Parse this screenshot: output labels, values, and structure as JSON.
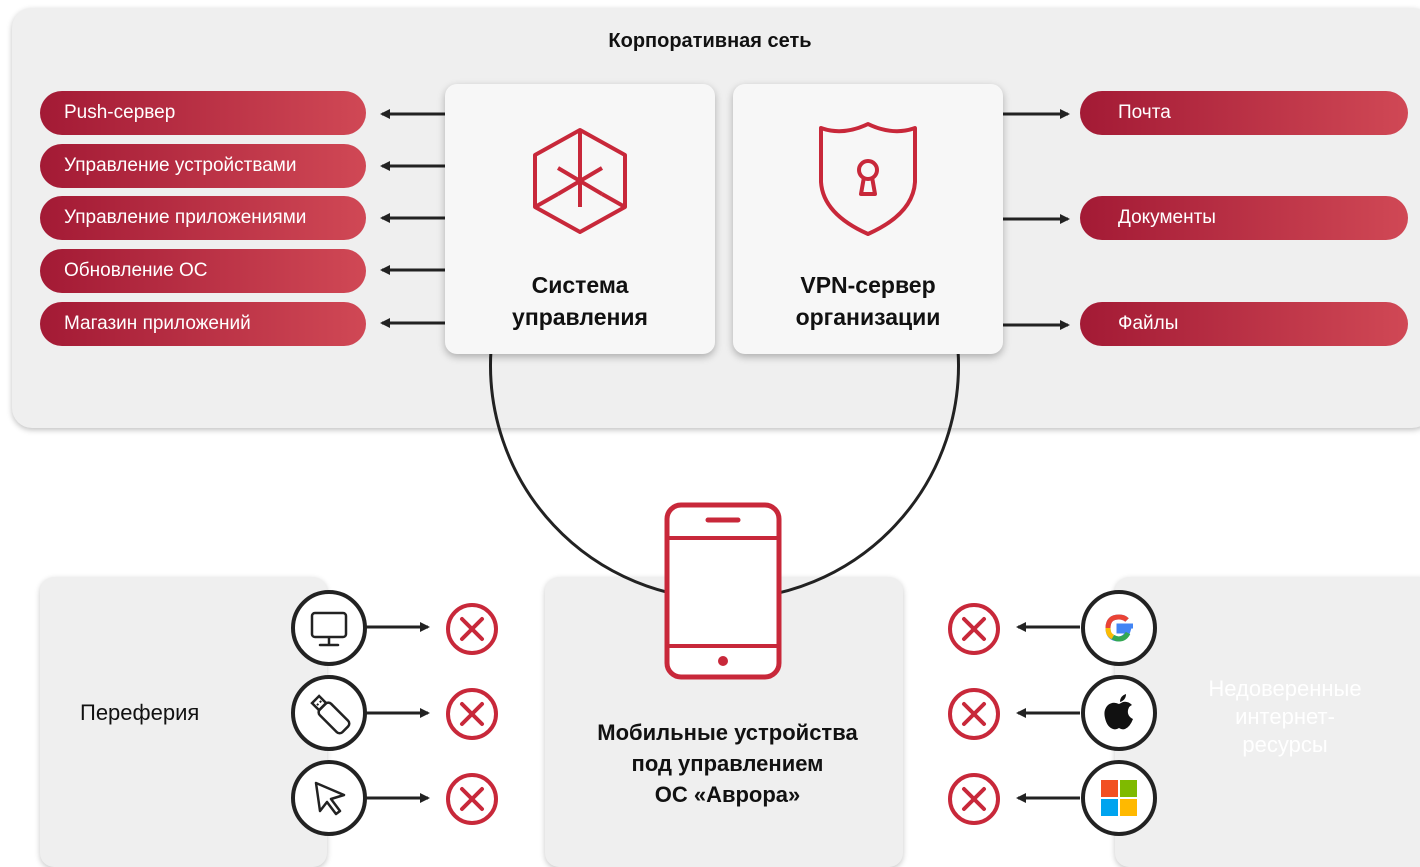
{
  "corporate": {
    "title": "Корпоративная сеть",
    "left_services": [
      "Push-сервер",
      "Управление устройствами",
      "Управление приложениями",
      "Обновление ОС",
      "Магазин приложений"
    ],
    "right_services": [
      "Почта",
      "Документы",
      "Файлы"
    ],
    "mgmt_system": {
      "line1": "Система",
      "line2": "управления",
      "icon": "cube-asterisk-icon"
    },
    "vpn_server": {
      "line1": "VPN-сервер",
      "line2": "организации",
      "icon": "shield-lock-icon"
    }
  },
  "mobile": {
    "line1": "Мобильные устройства",
    "line2": "под управлением",
    "line3": "ОС «Аврора»",
    "icon": "smartphone-icon"
  },
  "peripherals": {
    "label": "Переферия",
    "devices": [
      "monitor-icon",
      "usb-stick-icon",
      "cursor-icon"
    ],
    "status": "blocked"
  },
  "untrusted": {
    "label_line1": "Недоверенные",
    "label_line2": "интернет-",
    "label_line3": "ресурсы",
    "services": [
      "google-icon",
      "apple-icon",
      "microsoft-icon"
    ],
    "status": "blocked"
  },
  "colors": {
    "accent": "#c8283a",
    "pill_start": "#a31a35",
    "pill_end": "#d04855",
    "panel": "#efefef",
    "connector": "#222222"
  }
}
